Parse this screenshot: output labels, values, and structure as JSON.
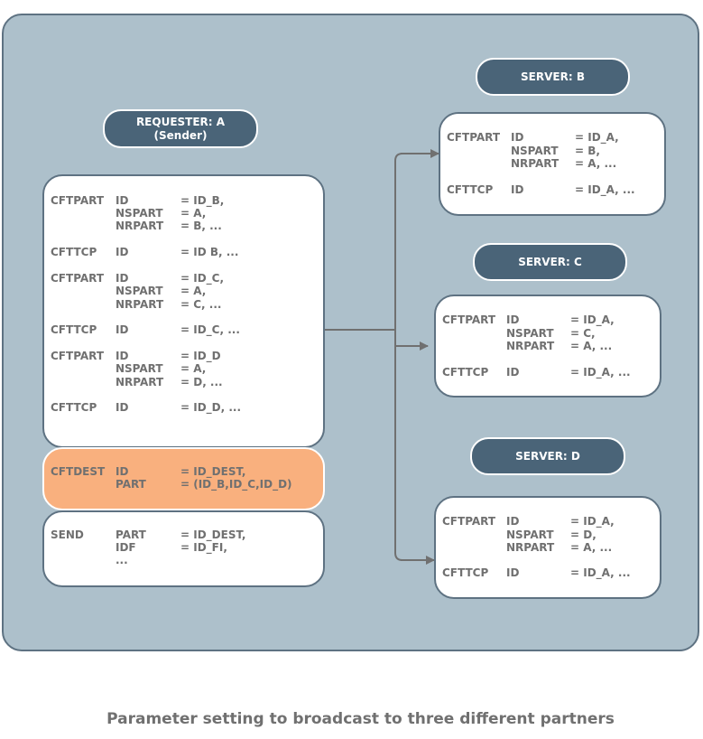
{
  "requester": {
    "title_line1": "REQUESTER: A",
    "title_line2": "(Sender)",
    "main_rows": [
      {
        "key": "CFTPART",
        "param": "ID",
        "value": "= ID_B,"
      },
      {
        "key": "",
        "param": "NSPART",
        "value": "= A,"
      },
      {
        "key": "",
        "param": "NRPART",
        "value": "= B, ..."
      },
      {
        "key": "CFTTCP",
        "param": "ID",
        "value": "= ID B, ..."
      },
      {
        "key": "CFTPART",
        "param": "ID",
        "value": "= ID_C,"
      },
      {
        "key": "",
        "param": "NSPART",
        "value": "= A,"
      },
      {
        "key": "",
        "param": "NRPART",
        "value": "= C, ..."
      },
      {
        "key": "CFTTCP",
        "param": "ID",
        "value": "= ID_C, ..."
      },
      {
        "key": "CFTPART",
        "param": "ID",
        "value": "= ID_D"
      },
      {
        "key": "",
        "param": "NSPART",
        "value": "= A,"
      },
      {
        "key": "",
        "param": "NRPART",
        "value": "= D, ..."
      },
      {
        "key": "CFTTCP",
        "param": "ID",
        "value": "= ID_D, ..."
      }
    ],
    "dest_rows": [
      {
        "key": "CFTDEST",
        "param": "ID",
        "value": "= ID_DEST,"
      },
      {
        "key": "",
        "param": "PART",
        "value": "= (ID_B,ID_C,ID_D)"
      }
    ],
    "send_rows": [
      {
        "key": "SEND",
        "param": "PART",
        "value": "= ID_DEST,"
      },
      {
        "key": "",
        "param": "IDF",
        "value": "= ID_FI,"
      },
      {
        "key": "",
        "param": "...",
        "value": ""
      }
    ]
  },
  "servers": [
    {
      "title": "SERVER: B",
      "rows": [
        {
          "key": "CFTPART",
          "param": "ID",
          "value": "= ID_A,"
        },
        {
          "key": "",
          "param": "NSPART",
          "value": "= B,"
        },
        {
          "key": "",
          "param": "NRPART",
          "value": "= A, ..."
        },
        {
          "key": "CFTTCP",
          "param": "ID",
          "value": "= ID_A, ..."
        }
      ]
    },
    {
      "title": "SERVER: C",
      "rows": [
        {
          "key": "CFTPART",
          "param": "ID",
          "value": "= ID_A,"
        },
        {
          "key": "",
          "param": "NSPART",
          "value": "= C,"
        },
        {
          "key": "",
          "param": "NRPART",
          "value": "= A, ..."
        },
        {
          "key": "CFTTCP",
          "param": "ID",
          "value": "= ID_A, ..."
        }
      ]
    },
    {
      "title": "SERVER: D",
      "rows": [
        {
          "key": "CFTPART",
          "param": "ID",
          "value": "= ID_A,"
        },
        {
          "key": "",
          "param": "NSPART",
          "value": "= D,"
        },
        {
          "key": "",
          "param": "NRPART",
          "value": "= A, ..."
        },
        {
          "key": "CFTTCP",
          "param": "ID",
          "value": "= ID_A, ..."
        }
      ]
    }
  ],
  "caption": "Parameter setting to broadcast to three different partners",
  "colors": {
    "panel": "#adc0cb",
    "pill": "#4a6478",
    "box_border": "#5e7282",
    "highlight": "#f9b07e",
    "text": "#707070",
    "connector": "#707070"
  }
}
